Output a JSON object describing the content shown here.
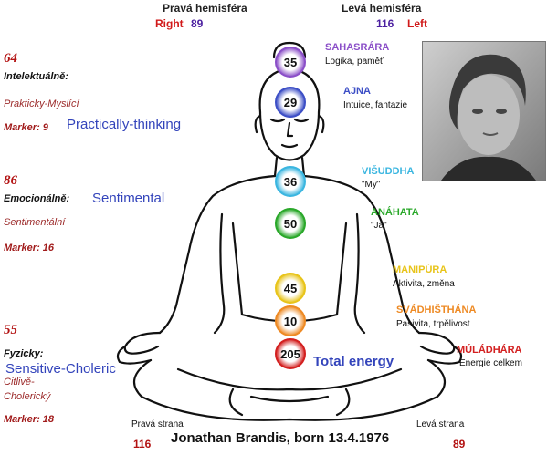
{
  "hemispheres": {
    "right_title": "Pravá hemisféra",
    "right_label": "Right",
    "right_value": "89",
    "left_title": "Levá hemisféra",
    "left_value": "116",
    "left_label": "Left"
  },
  "profiles": [
    {
      "score": "64",
      "category": "Intelektuálně:",
      "subtype": "Prakticky-Myslící",
      "marker": "Marker: 9",
      "english": "Practically-thinking"
    },
    {
      "score": "86",
      "category": "Emocionálně:",
      "subtype": "Sentimentální",
      "marker": "Marker: 16",
      "english": "Sentimental"
    },
    {
      "score": "55",
      "category": "Fyzicky:",
      "subtype_line1": "Citlivě-",
      "subtype_line2": "Cholerický",
      "marker": "Marker: 18",
      "english": "Sensitive-Choleric"
    }
  ],
  "chakras": [
    {
      "name": "SAHASRÁRA",
      "desc": "Logika, paměť",
      "value": "35",
      "color": "#8b4fc8"
    },
    {
      "name": "AJNA",
      "desc": "Intuice, fantazie",
      "value": "29",
      "color": "#3d4fc6"
    },
    {
      "name": "VIŠUDDHA",
      "desc": "\"My\"",
      "value": "36",
      "color": "#3bb6e0"
    },
    {
      "name": "ANÁHATA",
      "desc": "\"Já\"",
      "value": "50",
      "color": "#2aa82a"
    },
    {
      "name": "MANIPÚRA",
      "desc": "Aktivita, změna",
      "value": "45",
      "color": "#e8c41a"
    },
    {
      "name": "SVÁDHIŠTHÁNA",
      "desc": "Pasivita, trpělivost",
      "value": "10",
      "color": "#ee8a24"
    },
    {
      "name": "MÚLÁDHÁRA",
      "desc": "Energie celkem",
      "value": "205",
      "color": "#d32020"
    }
  ],
  "total_energy_label": "Total energy",
  "footer": {
    "right_side_label": "Pravá strana",
    "right_side_value": "116",
    "name_line": "Jonathan Brandis, born 13.4.1976",
    "left_side_label": "Levá strana",
    "left_side_value": "89"
  },
  "colors": {
    "score_red": "#b31212",
    "english_blue": "#3344bb"
  }
}
